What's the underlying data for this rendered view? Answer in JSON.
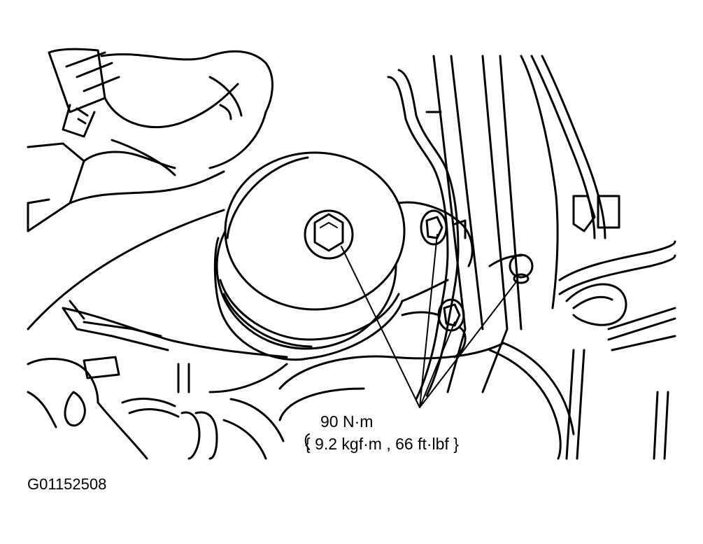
{
  "callout": {
    "torque_nm": "90 N·m",
    "torque_alt": "{ 9.2 kgf·m , 66 ft·lbf }"
  },
  "figure_id": "G01152508",
  "colors": {
    "ink": "#000000",
    "background": "#ffffff"
  },
  "icons": [
    "bolt-icon",
    "oil-filter-housing",
    "pipe"
  ]
}
